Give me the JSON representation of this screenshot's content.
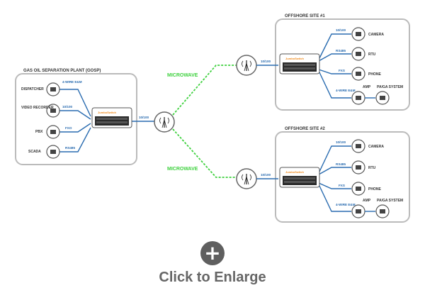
{
  "gosp": {
    "title": "GAS OIL SEPARATION PLANT (GOSP)",
    "devices": [
      {
        "label": "DISPATCHER",
        "link": "4-WIRE E&M",
        "icon": "headset-icon"
      },
      {
        "label": "VIDEO RECORDER",
        "link": "10/100",
        "icon": "video-recorder-icon"
      },
      {
        "label": "PBX",
        "link": "FXO",
        "icon": "pbx-icon"
      },
      {
        "label": "SCADA",
        "link": "RS485",
        "icon": "scada-monitor-icon"
      }
    ],
    "uplink": "10/100"
  },
  "brand": "JumboSwitch",
  "microwave_label": "MICROWAVE",
  "sites": [
    {
      "title": "OFFSHORE SITE #1",
      "uplink": "10/100",
      "devices": [
        {
          "label": "CAMERA",
          "link": "10/100",
          "icon": "camera-icon"
        },
        {
          "label": "RTU",
          "link": "RS485",
          "icon": "rtu-icon"
        },
        {
          "label": "PHONE",
          "link": "FXS",
          "icon": "phone-icon"
        },
        {
          "label": "AMP",
          "link": "4-WIRE E&M",
          "icon": "amplifier-icon"
        },
        {
          "label": "PA/GA SYSTEM",
          "link": "",
          "icon": "speaker-icon"
        }
      ]
    },
    {
      "title": "OFFSHORE SITE #2",
      "uplink": "10/100",
      "devices": [
        {
          "label": "CAMERA",
          "link": "10/100",
          "icon": "camera-icon"
        },
        {
          "label": "RTU",
          "link": "RS485",
          "icon": "rtu-icon"
        },
        {
          "label": "PHONE",
          "link": "FXS",
          "icon": "phone-icon"
        },
        {
          "label": "AMP",
          "link": "4-WIRE E&M",
          "icon": "amplifier-icon"
        },
        {
          "label": "PA/GA SYSTEM",
          "link": "",
          "icon": "speaker-icon"
        }
      ]
    }
  ],
  "enlarge": {
    "label": "Click to Enlarge",
    "icon": "plus-icon"
  }
}
